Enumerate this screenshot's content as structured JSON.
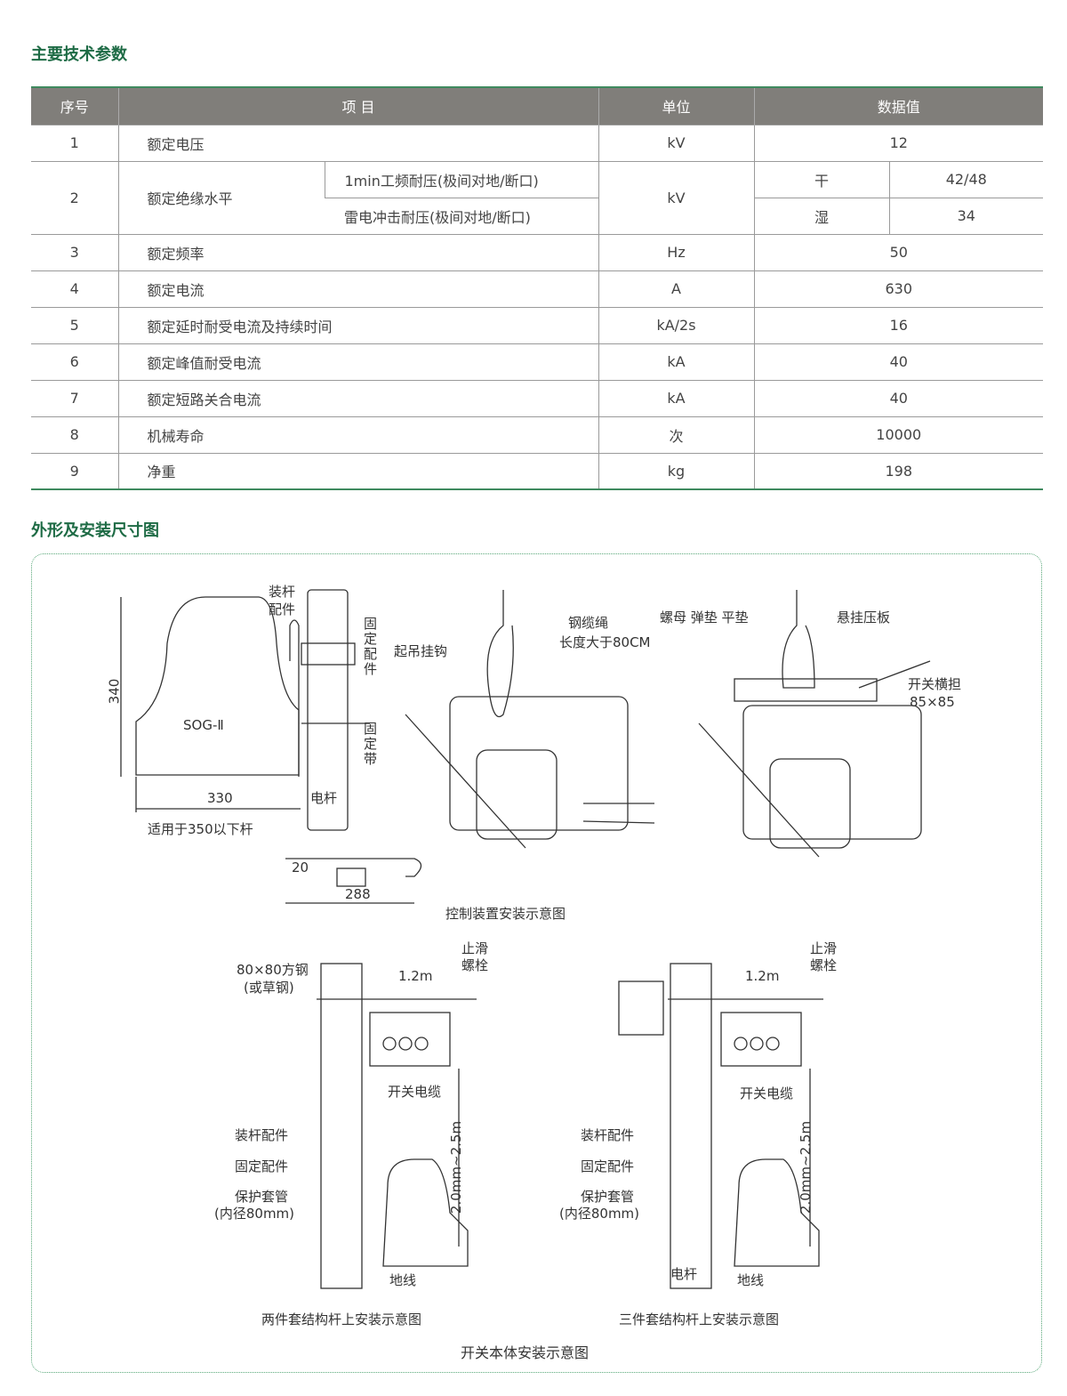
{
  "section1_title": "主要技术参数",
  "table": {
    "headers": [
      "序号",
      "项  目",
      "单位",
      "数据值"
    ],
    "rows": [
      {
        "no": "1",
        "item": "额定电压",
        "unit": "kV",
        "value": "12"
      },
      {
        "no": "2",
        "item": "额定绝缘水平",
        "sub": [
          "1min工频耐压(极间对地/断口)",
          "雷电冲击耐压(极间对地/断口)"
        ],
        "unit": "kV",
        "cond": [
          "干",
          "湿"
        ],
        "values": [
          "42/48",
          "34"
        ]
      },
      {
        "no": "3",
        "item": "额定频率",
        "unit": "Hz",
        "value": "50"
      },
      {
        "no": "4",
        "item": "额定电流",
        "unit": "A",
        "value": "630"
      },
      {
        "no": "5",
        "item": "额定延时耐受电流及持续时间",
        "unit": "kA/2s",
        "value": "16"
      },
      {
        "no": "6",
        "item": "额定峰值耐受电流",
        "unit": "kA",
        "value": "40"
      },
      {
        "no": "7",
        "item": "额定短路关合电流",
        "unit": "kA",
        "value": "40"
      },
      {
        "no": "8",
        "item": "机械寿命",
        "unit": "次",
        "value": "10000"
      },
      {
        "no": "9",
        "item": "净重",
        "unit": "kg",
        "value": "198"
      }
    ]
  },
  "section2_title": "外形及安装尺寸图",
  "diagram": {
    "control": {
      "pole_fitting": "装杆配件",
      "fix_fitting": "固定配件",
      "fix_strap": "固定带",
      "pole": "电杆",
      "model": "SOG-Ⅱ",
      "h": "340",
      "w": "330",
      "note": "适用于350以下杆",
      "d20": "20",
      "d288": "288",
      "caption": "控制装置安装示意图"
    },
    "lift": {
      "hook": "起吊挂钩",
      "rope": "钢缆绳",
      "rope_len": "长度大于80CM",
      "nut": "螺母 弹垫 平垫",
      "plate": "悬挂压板",
      "arm": "开关横担",
      "arm_size": "85×85"
    },
    "left": {
      "steel": "80×80方钢",
      "steel2": "(或草钢)",
      "dist": "1.2m",
      "bolt": "止滑螺栓",
      "cable": "开关电缆",
      "pole_fit": "装杆配件",
      "fix_fit": "固定配件",
      "tube": "保护套管",
      "tube2": "(内径80mm)",
      "height": "2.0mm~2.5m",
      "ground": "地线",
      "caption": "两件套结构杆上安装示意图"
    },
    "right": {
      "dist": "1.2m",
      "bolt": "止滑螺栓",
      "cable": "开关电缆",
      "pole_fit": "装杆配件",
      "fix_fit": "固定配件",
      "tube": "保护套管",
      "tube2": "(内径80mm)",
      "height": "2.0mm~2.5m",
      "pole": "电杆",
      "ground": "地线",
      "caption": "三件套结构杆上安装示意图"
    },
    "caption": "开关本体安装示意图"
  }
}
